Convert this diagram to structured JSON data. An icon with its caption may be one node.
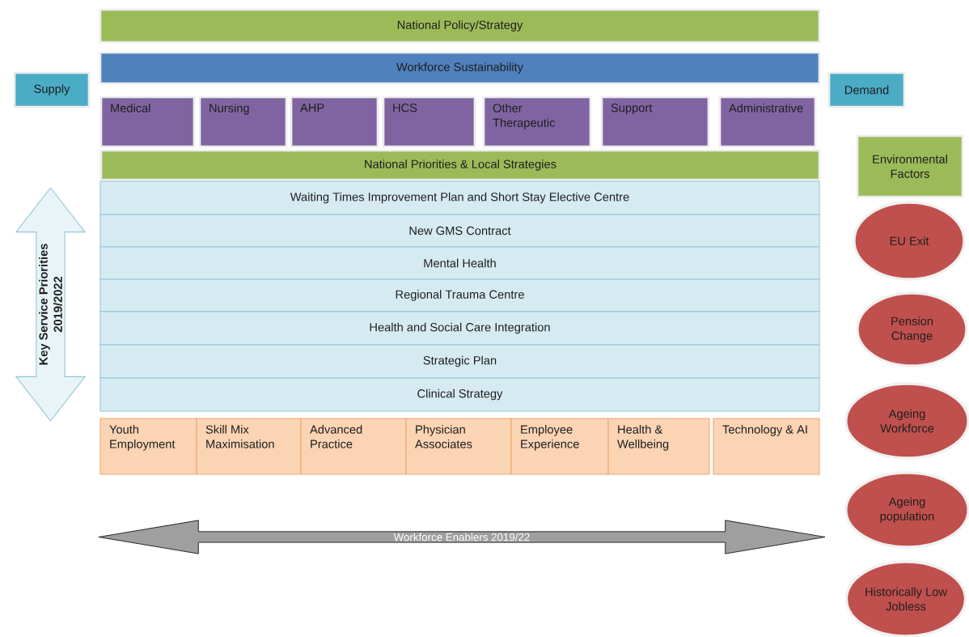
{
  "diagram": {
    "nodes": [
      {
        "text": [
          "National Policy/Strategy"
        ]
      },
      {
        "text": [
          "Supply"
        ]
      },
      {
        "text": [
          "Workforce Sustainability"
        ]
      },
      {
        "text": [
          "Demand"
        ]
      },
      {
        "text": [
          "Medical"
        ]
      },
      {
        "text": [
          "Nursing"
        ]
      },
      {
        "text": [
          "AHP"
        ]
      },
      {
        "text": [
          "HCS"
        ]
      },
      {
        "text": [
          "Other Therapeutic"
        ]
      },
      {
        "text": [
          "Support"
        ]
      },
      {
        "text": [
          "Administrative"
        ]
      },
      {
        "text": [
          "Environmental Factors"
        ]
      },
      {
        "text": [
          "National Priorities & Local Strategies"
        ]
      },
      {
        "text": [
          "Key Service Priorities 2019/2022"
        ]
      },
      {
        "text": [
          "Waiting Times Improvement Plan and Short Stay Elective Centre"
        ]
      },
      {
        "text": [
          "New GMS Contract"
        ]
      },
      {
        "text": [
          "Mental Health"
        ]
      },
      {
        "text": [
          "Regional Trauma Centre"
        ]
      },
      {
        "text": [
          "Health and Social Care Integration"
        ]
      },
      {
        "text": [
          "Strategic Plan"
        ]
      },
      {
        "text": [
          "Clinical Strategy"
        ]
      },
      {
        "text": [
          "Youth Employment"
        ]
      },
      {
        "text": [
          "Skill Mix Maximisation"
        ]
      },
      {
        "text": [
          "Advanced Practice"
        ]
      },
      {
        "text": [
          "Physician Associates"
        ]
      },
      {
        "text": [
          "Employee Experience"
        ]
      },
      {
        "text": [
          "Health & Wellbeing"
        ]
      },
      {
        "text": [
          "Technology & AI"
        ]
      },
      {
        "text": [
          "Workforce Enablers 2019/22"
        ]
      },
      {
        "text": [
          "EU Exit"
        ]
      },
      {
        "text": [
          "Pension Change"
        ]
      },
      {
        "text": [
          "Ageing Workforce"
        ]
      },
      {
        "text": [
          "Ageing population"
        ]
      },
      {
        "text": [
          "Historically Low Jobless"
        ]
      }
    ]
  }
}
